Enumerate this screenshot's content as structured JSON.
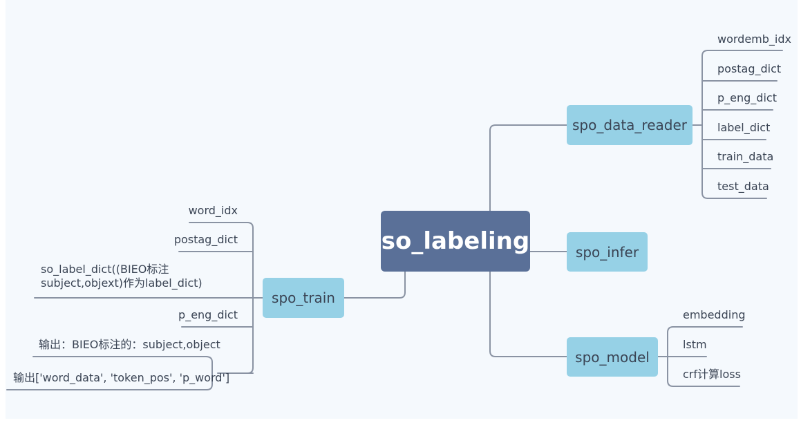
{
  "root": {
    "label": "so_labeling"
  },
  "branches": {
    "spo_data_reader": {
      "label": "spo_data_reader",
      "children": [
        "wordemb_idx",
        "postag_dict",
        "p_eng_dict",
        "label_dict",
        "train_data",
        "test_data"
      ]
    },
    "spo_infer": {
      "label": "spo_infer"
    },
    "spo_model": {
      "label": "spo_model",
      "children": [
        "embedding",
        "lstm",
        "crf计算loss"
      ]
    },
    "spo_train": {
      "label": "spo_train",
      "children": [
        "word_idx",
        "postag_dict",
        "so_label_dict((BIEO标注subject,objext)作为label_dict)",
        "p_eng_dict",
        "输出：BIEO标注的：subject,object",
        "输出['word_data', 'token_pos', 'p_word']"
      ]
    }
  },
  "colors": {
    "root_fill": "#5a7098",
    "branch_fill": "#96d1e6",
    "line": "#8a93a3",
    "background": "#f5f9fd"
  }
}
